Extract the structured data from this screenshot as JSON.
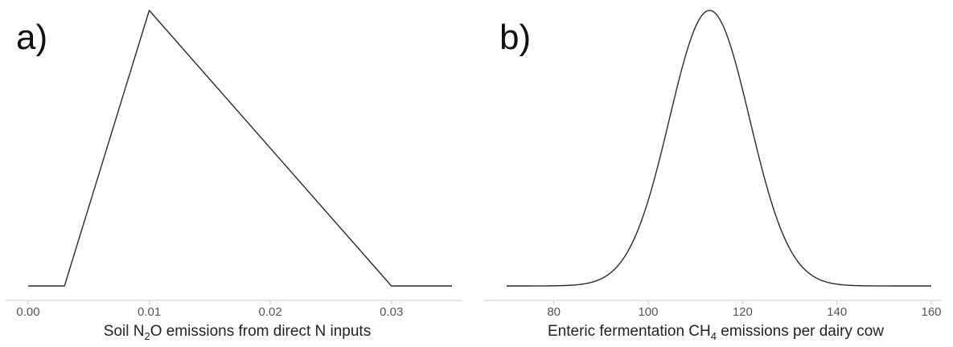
{
  "chart_data": [
    {
      "type": "line",
      "panel_label": "a)",
      "xlabel_parts": [
        "Soil N",
        "2",
        "O emissions from direct N inputs"
      ],
      "xlim": [
        0.0,
        0.035
      ],
      "x_ticks": [
        "0.00",
        "0.01",
        "0.02",
        "0.03"
      ],
      "x_tick_values": [
        0.0,
        0.01,
        0.02,
        0.03
      ],
      "ylim": [
        0,
        1
      ],
      "grid": false,
      "series": [
        {
          "x": [
            0.0,
            0.003,
            0.01,
            0.03,
            0.035
          ],
          "y": [
            0,
            0,
            1,
            0,
            0
          ]
        }
      ]
    },
    {
      "type": "line",
      "panel_label": "b)",
      "xlabel_parts": [
        "Enteric fermentation CH",
        "4",
        " emissions per dairy cow"
      ],
      "xlim": [
        70,
        160
      ],
      "x_ticks": [
        "80",
        "100",
        "120",
        "140",
        "160"
      ],
      "x_tick_values": [
        80,
        100,
        120,
        140,
        160
      ],
      "ylim": [
        0,
        1
      ],
      "grid": false,
      "series": [
        {
          "distribution": "normal",
          "mean": 113,
          "sd": 8.5,
          "x_range": [
            70,
            160
          ]
        }
      ]
    }
  ]
}
